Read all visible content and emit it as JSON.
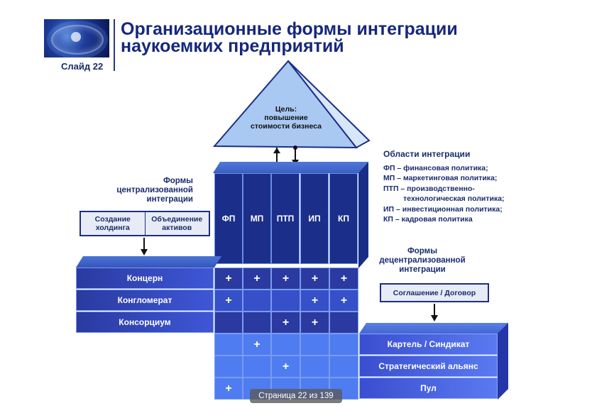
{
  "header": {
    "slide_label": "Слайд 22",
    "title_line1": "Организационные формы интеграции",
    "title_line2": "наукоемких предприятий"
  },
  "goal": {
    "line1": "Цель:",
    "line2": "повышение",
    "line3": "стоимости бизнеса"
  },
  "columns": [
    "ФП",
    "МП",
    "ПТП",
    "ИП",
    "КП"
  ],
  "left_form": {
    "title_line1": "Формы",
    "title_line2": "централизованной",
    "title_line3": "интеграции",
    "box_left_line1": "Создание",
    "box_left_line2": "холдинга",
    "box_right_line1": "Объединение",
    "box_right_line2": "активов"
  },
  "right_form": {
    "title_line1": "Формы",
    "title_line2": "децентрализованной",
    "title_line3": "интеграции",
    "box": "Соглашение / Договор"
  },
  "areas": {
    "title": "Области интеграции",
    "lines": [
      "ФП – финансовая политика;",
      "МП – маркетинговая политика;",
      "ПТП – производственно-",
      "технологическая политика;",
      "ИП – инвестиционная политика;",
      "КП – кадровая политика"
    ]
  },
  "rows": [
    {
      "label": "Концерн",
      "side": "left",
      "marks": [
        "+",
        "+",
        "+",
        "+",
        "+"
      ]
    },
    {
      "label": "Конгломерат",
      "side": "left",
      "marks": [
        "+",
        "",
        "",
        "+",
        "+"
      ]
    },
    {
      "label": "Консорциум",
      "side": "left",
      "marks": [
        "",
        "",
        "+",
        "+",
        ""
      ]
    },
    {
      "label": "Картель / Синдикат",
      "side": "right",
      "marks": [
        "",
        "+",
        "",
        "",
        ""
      ]
    },
    {
      "label": "Стратегический альянс",
      "side": "right",
      "marks": [
        "",
        "",
        "+",
        "",
        ""
      ]
    },
    {
      "label": "Пул",
      "side": "right",
      "marks": [
        "+",
        "",
        "",
        "",
        ""
      ]
    }
  ],
  "plus": "+",
  "page_badge": "Страница 22 из 139",
  "colors": {
    "navy": "#1b2e8a",
    "royal": "#2a3aa0",
    "bright": "#3e57d6",
    "light": "#4f7cf0",
    "roof": "#a9c8f2",
    "text": "#1a2b6b"
  }
}
